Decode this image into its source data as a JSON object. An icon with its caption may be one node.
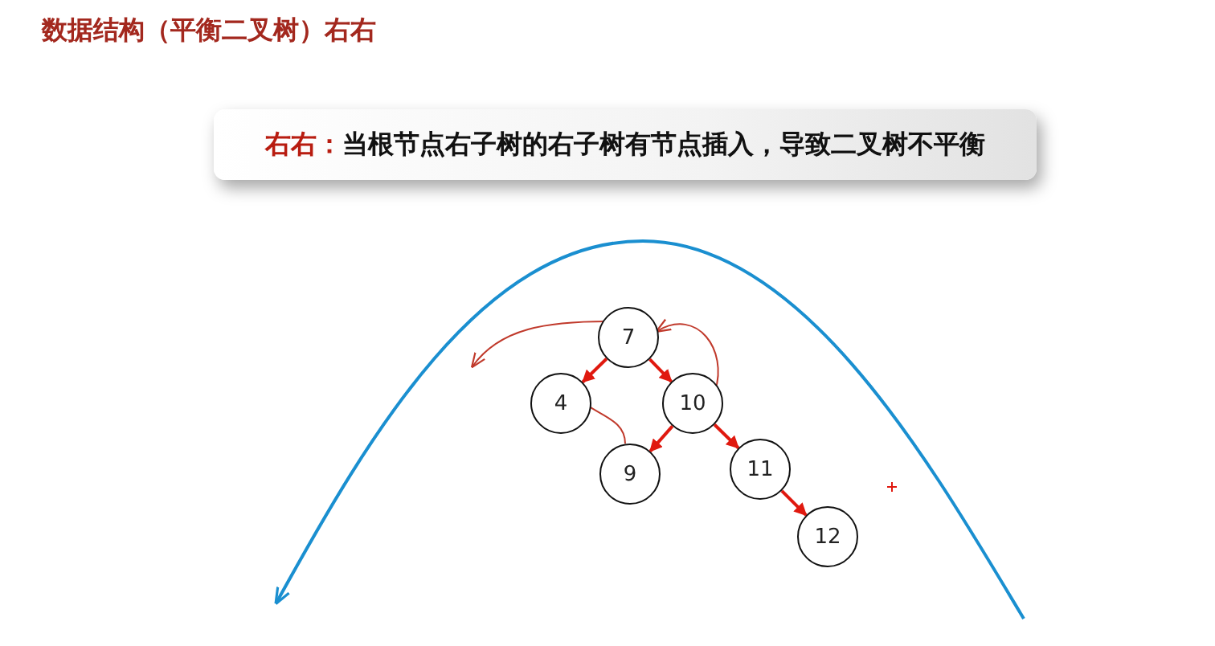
{
  "diagram": {
    "title": "数据结构（平衡二叉树）右右",
    "nodes": [
      {
        "text": [
          "右右：",
          "当根节点右子树的右子树有节点插入，导致二叉树不平衡"
        ]
      },
      {
        "text": [
          "7"
        ]
      },
      {
        "text": [
          "4"
        ]
      },
      {
        "text": [
          "10"
        ]
      },
      {
        "text": [
          "9"
        ]
      },
      {
        "text": [
          "11"
        ]
      },
      {
        "text": [
          "12"
        ]
      }
    ],
    "edges": [
      {
        "from": 1,
        "to": 2,
        "arrow": "to"
      },
      {
        "from": 1,
        "to": 3,
        "arrow": "to"
      },
      {
        "from": 3,
        "to": 4,
        "arrow": "to"
      },
      {
        "from": 3,
        "to": 5,
        "arrow": "to"
      },
      {
        "from": 5,
        "to": 6,
        "arrow": "to"
      },
      {
        "from": 1,
        "to": null,
        "arrow": "to",
        "color": "#c0392b"
      },
      {
        "from": 3,
        "to": 1,
        "arrow": "to",
        "color": "#c0392b"
      },
      {
        "from": 2,
        "to": 4,
        "arrow": "none",
        "color": "#c0392b"
      }
    ]
  }
}
